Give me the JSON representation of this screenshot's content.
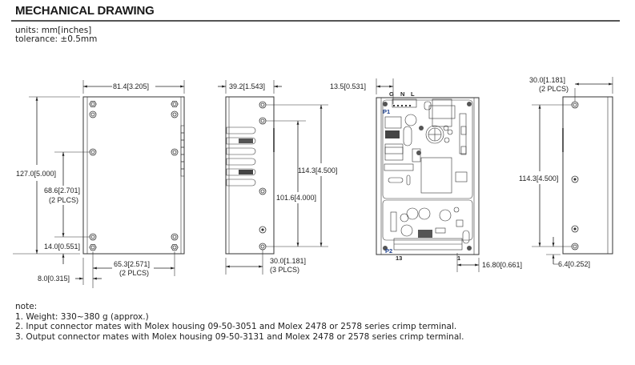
{
  "header": {
    "title": "MECHANICAL DRAWING",
    "units": "units: mm[inches]",
    "tolerance": "tolerance: ±0.5mm"
  },
  "views": {
    "top": {
      "width": "81.4[3.205]",
      "height": "127.0[5.000]",
      "hole_spacing_v": "68.6[2.701]",
      "hole_spacing_v_note": "(2 PLCS)",
      "hole_offset_v": "14.0[0.551]",
      "hole_spacing_h": "65.3[2.571]",
      "hole_spacing_h_note": "(2 PLCS)",
      "hole_offset_h": "8.0[0.315]"
    },
    "side": {
      "depth": "39.2[1.543]",
      "hole_spacing_1": "114.3[4.500]",
      "hole_spacing_2": "101.6[4.000]",
      "hole_offset": "30.0[1.181]",
      "hole_offset_note": "(3 PLCS)"
    },
    "front": {
      "connector_offset": "13.5[0.531]",
      "pin_g": "G",
      "pin_n": "N",
      "pin_l": "L",
      "p1": "P1",
      "p2": "P2",
      "pin_13": "13",
      "pin_1": "1",
      "output_offset": "16.80[0.661]"
    },
    "rear": {
      "hole_offset": "30.0[1.181]",
      "hole_offset_note": "(2 PLCS)",
      "hole_spacing": "114.3[4.500]",
      "bottom_offset": "6.4[0.252]"
    }
  },
  "notes": {
    "heading": "note:",
    "items": [
      "1. Weight: 330~380 g (approx.)",
      "2. Input connector mates with Molex housing 09-50-3051 and Molex 2478 or 2578 series crimp terminal.",
      "3. Output connector mates with Molex housing 09-50-3131 and Molex 2478 or 2578 series crimp terminal."
    ]
  }
}
